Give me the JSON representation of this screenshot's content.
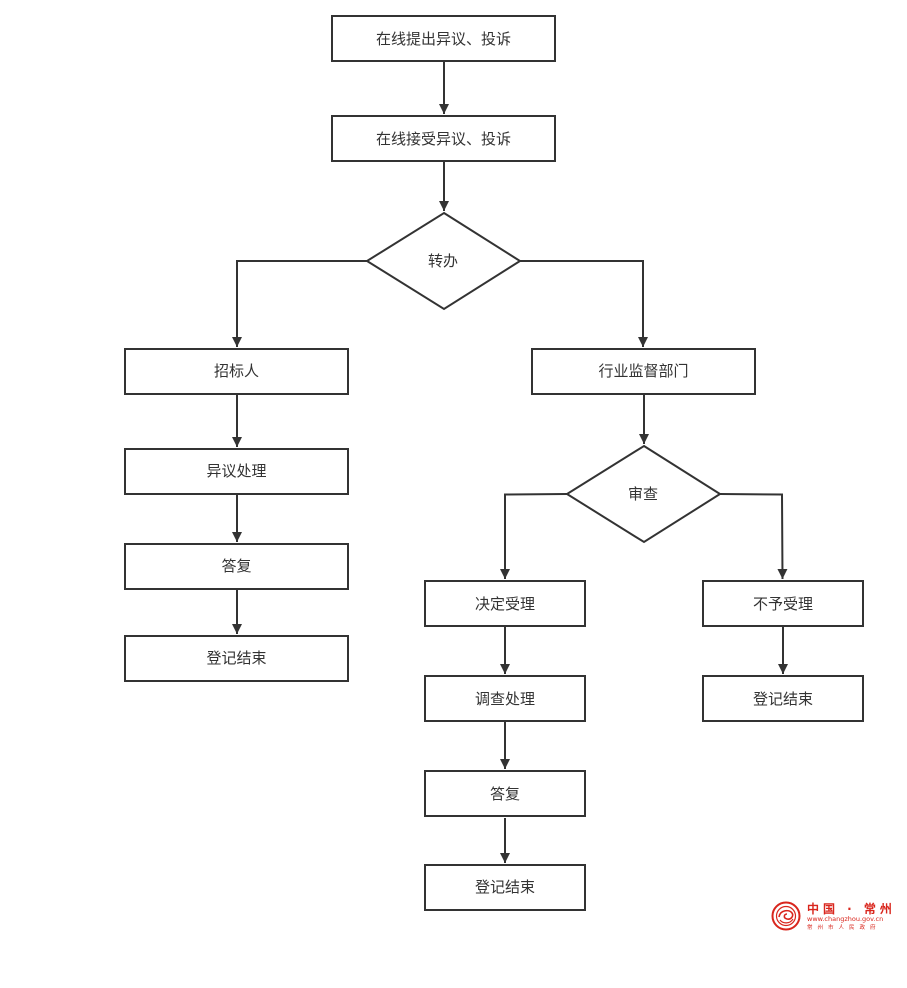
{
  "nodes": {
    "online_submit": "在线提出异议、投诉",
    "online_accept": "在线接受异议、投诉",
    "transfer": "转办",
    "tenderer": "招标人",
    "industry_dept": "行业监督部门",
    "objection_handle": "异议处理",
    "reply_left": "答复",
    "register_end_left": "登记结束",
    "review": "审查",
    "decide_accept": "决定受理",
    "not_accept": "不予受理",
    "investigate": "调查处理",
    "register_end_right": "登记结束",
    "reply_middle": "答复",
    "register_end_middle": "登记结束"
  },
  "logo": {
    "title": "中国 · 常州",
    "url": "www.changzhou.gov.cn",
    "subtitle": "常州市人民政府",
    "color": "#d9251c"
  },
  "colors": {
    "stroke": "#333333",
    "text": "#333333",
    "background": "#ffffff"
  }
}
